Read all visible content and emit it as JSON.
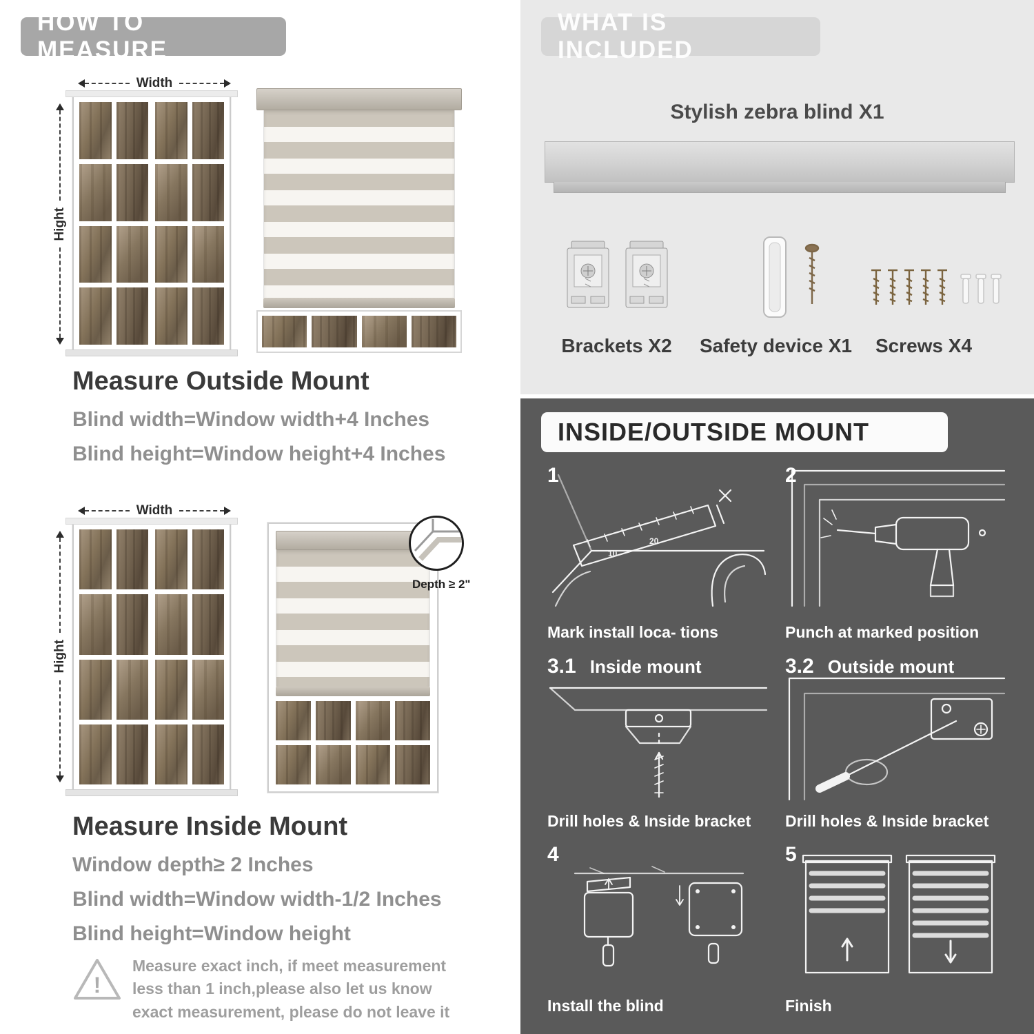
{
  "left": {
    "header": "HOW TO MEASURE",
    "outside": {
      "width_label": "Width",
      "height_label": "Hight",
      "title": "Measure Outside Mount",
      "lines": [
        "Blind width=Window width+4 Inches",
        "Blind height=Window height+4 Inches"
      ]
    },
    "inside": {
      "width_label": "Width",
      "height_label": "Hight",
      "depth_label": "Depth ≥ 2\"",
      "title": "Measure Inside Mount",
      "lines": [
        "Window depth≥ 2 Inches",
        "Blind width=Window width-1/2 Inches",
        "Blind height=Window height"
      ]
    },
    "warning_mark": "!",
    "warning_text": "Measure exact inch, if meet measurement less than 1 inch,please also let us know exact measurement, please do not leave it"
  },
  "included": {
    "header": "WHAT IS INCLUDED",
    "blind_label": "Stylish zebra blind X1",
    "items": [
      {
        "label": "Brackets X2"
      },
      {
        "label": "Safety device X1"
      },
      {
        "label": "Screws X4"
      }
    ]
  },
  "mount": {
    "header": "INSIDE/OUTSIDE MOUNT",
    "ruler_marks": [
      "10",
      "20"
    ],
    "steps": [
      {
        "num": "1",
        "caption": "Mark install loca- tions"
      },
      {
        "num": "2",
        "caption": "Punch at  marked position"
      },
      {
        "num": "3.1",
        "label": "Inside mount",
        "caption": "Drill holes &  Inside bracket"
      },
      {
        "num": "3.2",
        "label": "Outside mount",
        "caption": "Drill holes &  Inside bracket"
      },
      {
        "num": "4",
        "caption": "Install the blind"
      },
      {
        "num": "5",
        "caption": "Finish"
      }
    ]
  },
  "colors": {
    "pill_gray": "#a7a7a7",
    "light_panel": "#e9e9e9",
    "dark_panel": "#5a5a5a",
    "stripe_gray": "#ccc6bb"
  }
}
